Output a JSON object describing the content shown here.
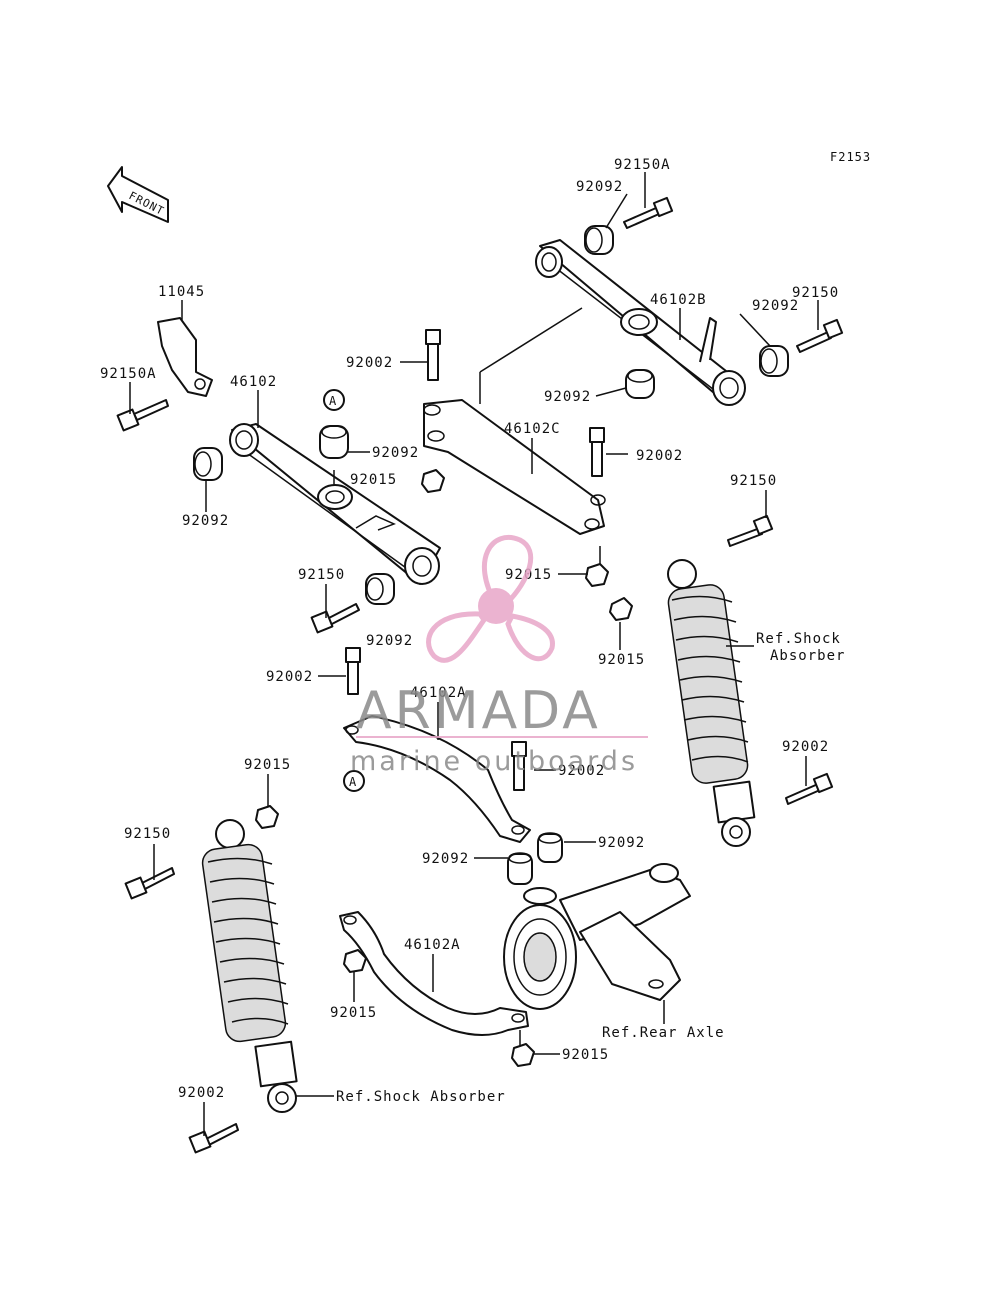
{
  "figure_code": "F2153",
  "front_label": "FRONT",
  "callout_letter": "A",
  "labels": {
    "p11045": "11045",
    "p92150A_top": "92150A",
    "p92150A_left": "92150A",
    "p92092_top": "92092",
    "p46102B": "46102B",
    "p92150_topright": "92150",
    "p92092_right": "92092",
    "p92002_top": "92002",
    "p92092_mid": "92092",
    "p46102": "46102",
    "p92092_a": "92092",
    "p92015_a": "92015",
    "p46102C": "46102C",
    "p92002_c": "92002",
    "p92092_left": "92092",
    "p92150_right": "92150",
    "p92150_mid": "92150",
    "p92015_mid": "92015",
    "p92092_bushing": "92092",
    "p92015_right": "92015",
    "p92002_left": "92002",
    "p46102A_top": "46102A",
    "p92002_shock_r": "92002",
    "p92002_center": "92002",
    "p92015_low": "92015",
    "p92150_low": "92150",
    "p92092_lowr": "92092",
    "p92092_lowl": "92092",
    "p46102A_low": "46102A",
    "p92015_bottom": "92015",
    "p92015_axle": "92015",
    "p92002_bottom": "92002"
  },
  "refs": {
    "shock_right_line1": "Ref.Shock",
    "shock_right_line2": "Absorber",
    "rear_axle": "Ref.Rear Axle",
    "shock_bottom": "Ref.Shock Absorber"
  },
  "watermark": {
    "brand": "ARMADA",
    "tagline": "marine outboards",
    "color_brand": "#8a8a8a",
    "color_logo": "#e8a6c8"
  }
}
